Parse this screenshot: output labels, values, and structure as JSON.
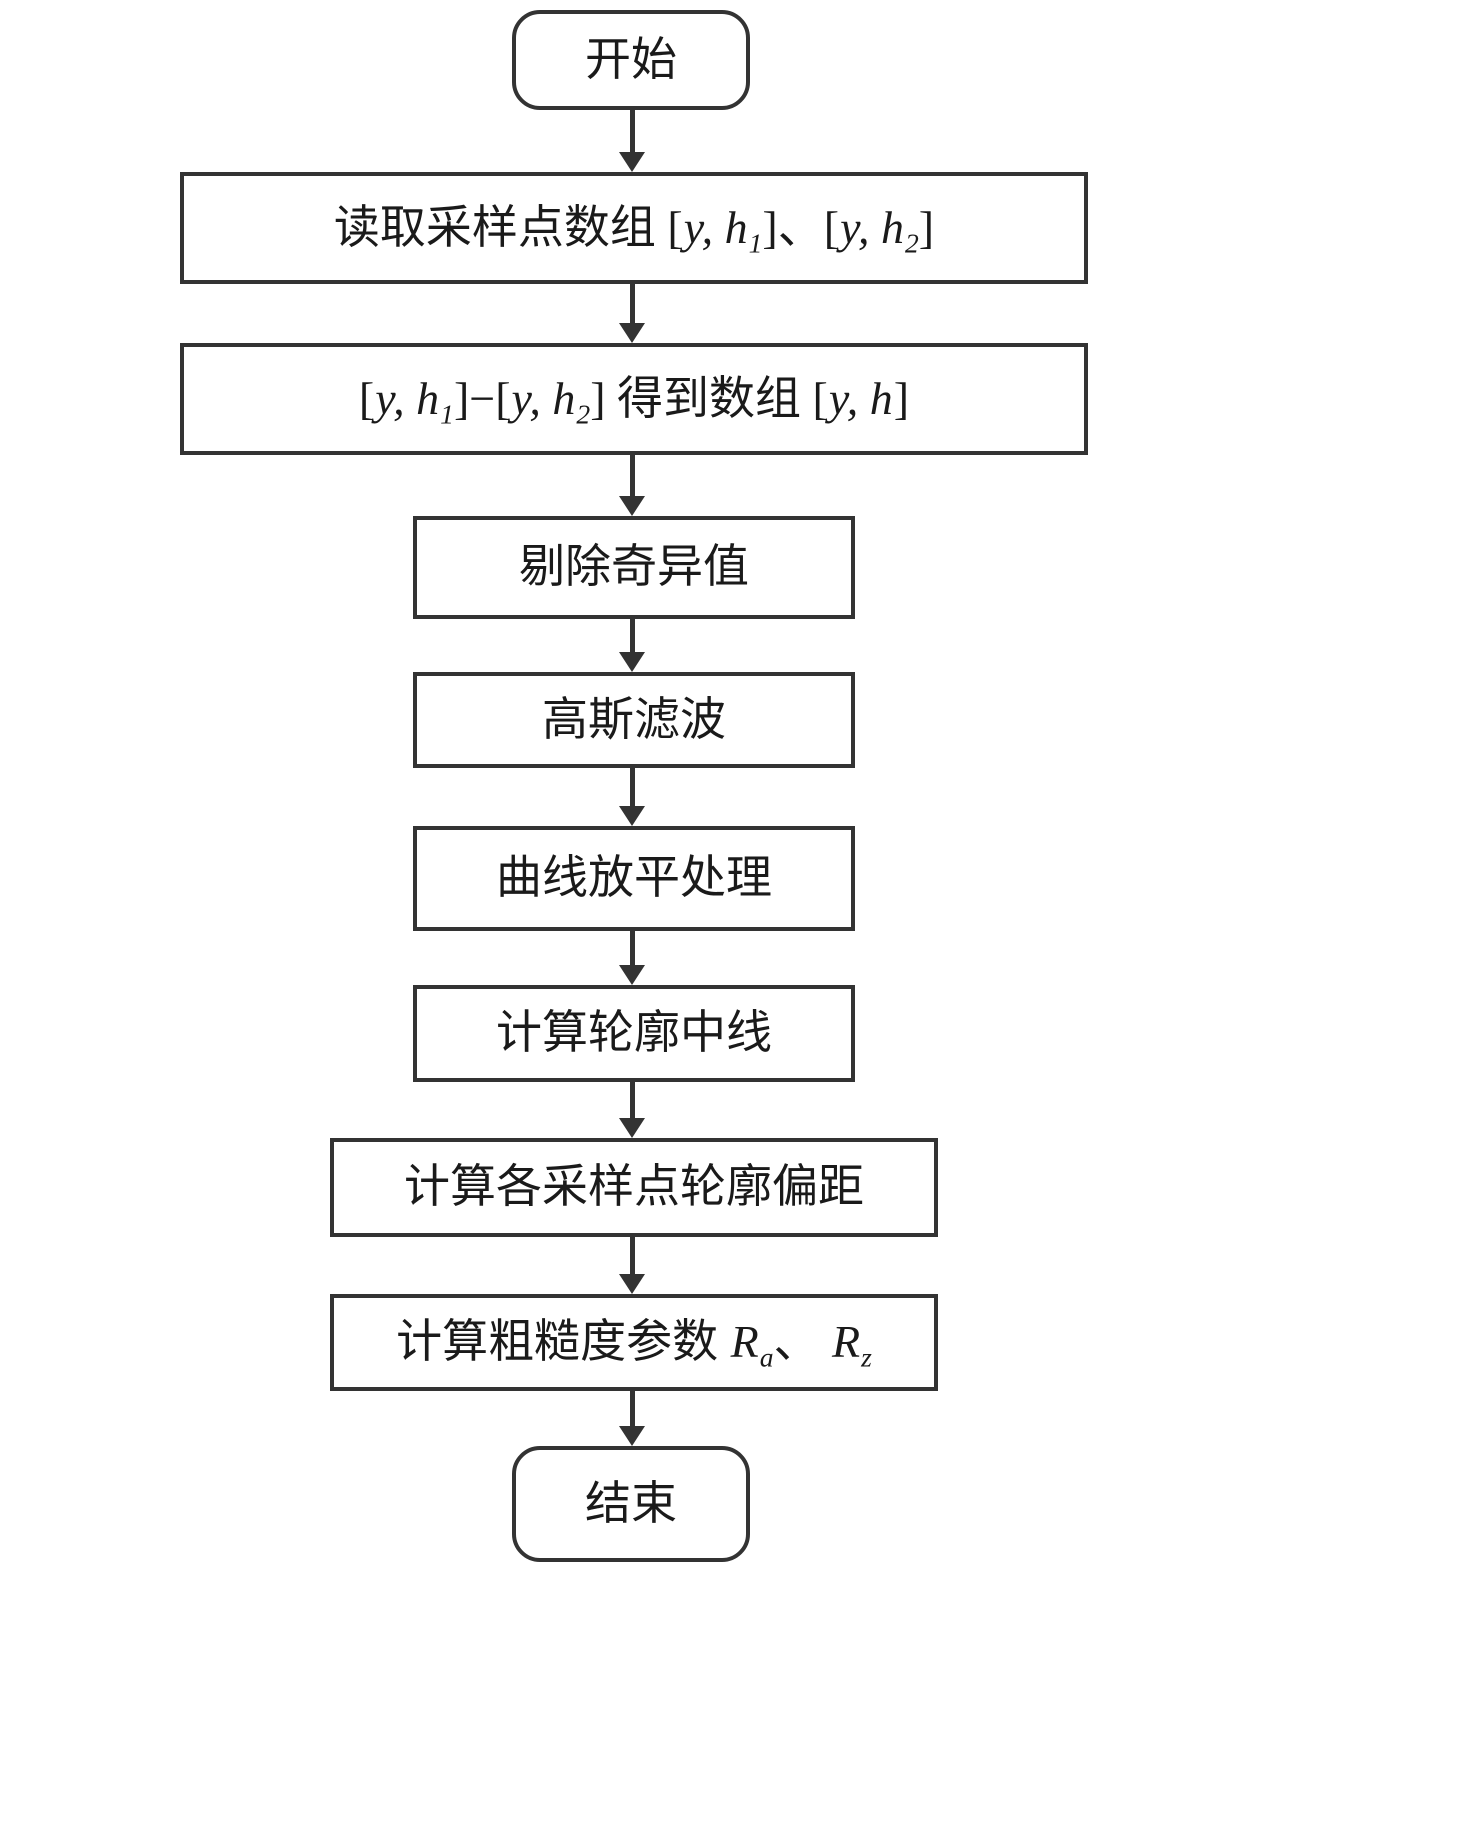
{
  "meta": {
    "title": "surface-roughness-calculation-flowchart"
  },
  "colors": {
    "line": "#333333",
    "text": "#1a1a1a",
    "background": "#ffffff"
  },
  "nodes": {
    "start": {
      "label": "开始"
    },
    "read": {
      "p1": "读取采样点数组 [",
      "v1": "y, h",
      "s1": "1",
      "p2": "]、[",
      "v2": "y, h",
      "s2": "2",
      "p3": "]"
    },
    "subtract": {
      "p1": "[",
      "v1": "y, h",
      "s1": "1",
      "p2": "]−[",
      "v2": "y, h",
      "s2": "2",
      "p3": "] 得到数组 [",
      "v3": "y, h",
      "p4": "]"
    },
    "remove_outliers": {
      "label": "剔除奇异值"
    },
    "gaussian_filter": {
      "label": "高斯滤波"
    },
    "curve_flatten": {
      "label": "曲线放平处理"
    },
    "profile_centerline": {
      "label": "计算轮廓中线"
    },
    "profile_offsets": {
      "label": "计算各采样点轮廓偏距"
    },
    "roughness_params": {
      "p1": "计算粗糙度参数 ",
      "v1": "R",
      "s1": "a",
      "p2": "、 ",
      "v2": "R",
      "s2": "z"
    },
    "end": {
      "label": "结束"
    }
  }
}
